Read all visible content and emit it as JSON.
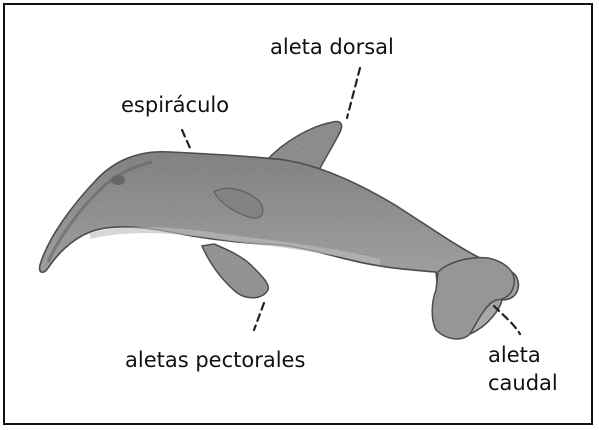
{
  "labels": {
    "dorsal_fin": "aleta dorsal",
    "blowhole": "espiráculo",
    "pectoral_fins": "aletas pectorales",
    "caudal_fin_line1": "aleta",
    "caudal_fin_line2": "caudal"
  },
  "colors": {
    "frame": "#111111",
    "body_fill": "#a3a3a3",
    "body_outline": "#555555",
    "leader_line": "#222222"
  }
}
